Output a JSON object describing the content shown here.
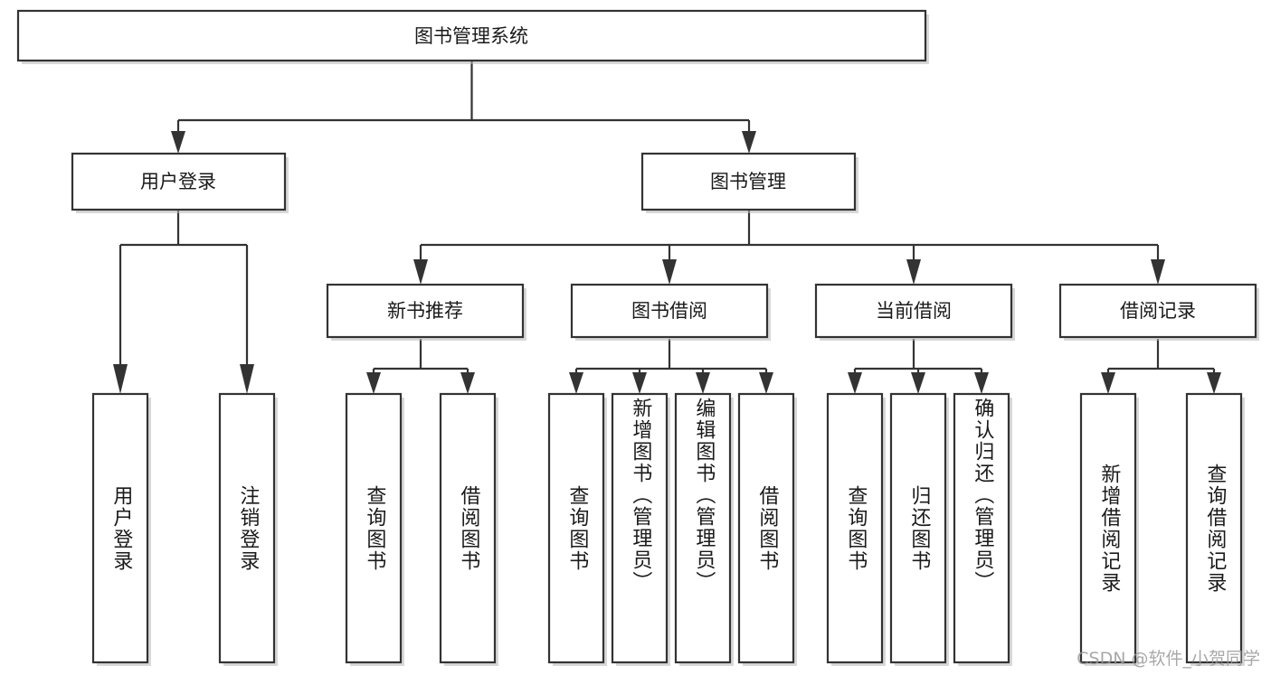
{
  "diagram": {
    "title": "图书管理系统",
    "type": "tree-hierarchy-diagram",
    "colors": {
      "box_fill": "#ffffff",
      "box_stroke": "#333333",
      "text": "#1a1a1a",
      "background": "#ffffff",
      "watermark": "#9a9a9a"
    },
    "root": {
      "label": "图书管理系统"
    },
    "level2": [
      {
        "label": "用户登录"
      },
      {
        "label": "图书管理"
      }
    ],
    "level3": [
      {
        "label": "新书推荐"
      },
      {
        "label": "图书借阅"
      },
      {
        "label": "当前借阅"
      },
      {
        "label": "借阅记录"
      }
    ],
    "leaves": {
      "user_login": [
        {
          "label": "用户登录"
        },
        {
          "label": "注销登录"
        }
      ],
      "new_book_recommend": [
        {
          "label": "查询图书"
        },
        {
          "label": "借阅图书"
        }
      ],
      "book_borrow": [
        {
          "label": "查询图书"
        },
        {
          "label": "新增图书（管理员）"
        },
        {
          "label": "编辑图书（管理员）"
        },
        {
          "label": "借阅图书"
        }
      ],
      "current_borrow": [
        {
          "label": "查询图书"
        },
        {
          "label": "归还图书"
        },
        {
          "label": "确认归还（管理员）"
        }
      ],
      "borrow_record": [
        {
          "label": "新增借阅记录"
        },
        {
          "label": "查询借阅记录"
        }
      ]
    }
  },
  "watermark": {
    "text": "CSDN @软件_小贺同学"
  }
}
